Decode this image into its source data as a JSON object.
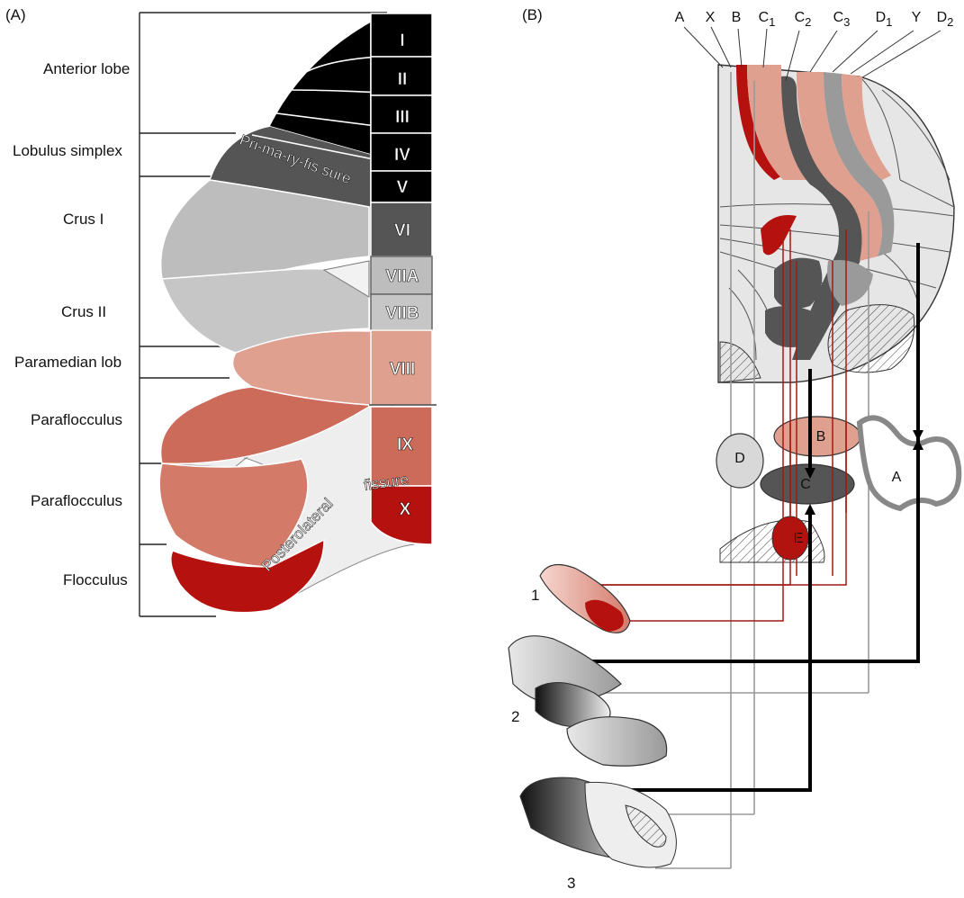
{
  "panels": {
    "a_label": "(A)",
    "b_label": "(B)"
  },
  "panel_a": {
    "regions": [
      {
        "label": "Anterior lobe"
      },
      {
        "label": "Lobulus simplex"
      },
      {
        "label": "Crus I"
      },
      {
        "label": "Crus II"
      },
      {
        "label": "Paramedian lob"
      },
      {
        "label": "Paraflocculus"
      },
      {
        "label": "Paraflocculus"
      },
      {
        "label": "Flocculus"
      }
    ],
    "lobules": [
      "I",
      "II",
      "III",
      "IV",
      "V",
      "VI",
      "VIIA",
      "VIIB",
      "VIII",
      "IX",
      "X"
    ],
    "fissures": {
      "primary": "Pri-ma-ry-fis sure",
      "posterolateral_a": "Posterolateral",
      "posterolateral_b": "fissure"
    },
    "colors": {
      "anterior": "#000000",
      "simplex": "#555555",
      "crus": "#bdbdbd",
      "paramedian": "#e0a090",
      "paraflocculus": "#cc6b5a",
      "flocculus": "#b5120f",
      "background": "#eeeeee"
    }
  },
  "panel_b": {
    "zones": [
      {
        "main": "A",
        "sub": ""
      },
      {
        "main": "X",
        "sub": ""
      },
      {
        "main": "B",
        "sub": ""
      },
      {
        "main": "C",
        "sub": "1"
      },
      {
        "main": "C",
        "sub": "2"
      },
      {
        "main": "C",
        "sub": "3"
      },
      {
        "main": "D",
        "sub": "1"
      },
      {
        "main": "Y",
        "sub": ""
      },
      {
        "main": "D",
        "sub": "2"
      }
    ],
    "nuclei": [
      "B",
      "C",
      "D",
      "A",
      "E"
    ],
    "inputs": [
      "1",
      "2",
      "3"
    ],
    "colors": {
      "red_path": "#a31a12",
      "black_path": "#000000",
      "grey_path": "#999999"
    }
  }
}
